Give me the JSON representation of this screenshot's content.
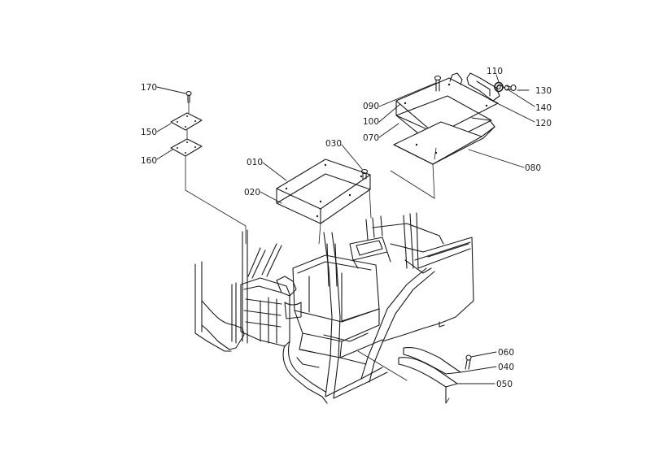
{
  "callouts": {
    "c010": "010",
    "c020": "020",
    "c030": "030",
    "c040": "040",
    "c050": "050",
    "c060": "060",
    "c070": "070",
    "c080": "080",
    "c090": "090",
    "c100": "100",
    "c110": "110",
    "c120": "120",
    "c130": "130",
    "c140": "140",
    "c150": "150",
    "c160": "160",
    "c170": "170"
  }
}
